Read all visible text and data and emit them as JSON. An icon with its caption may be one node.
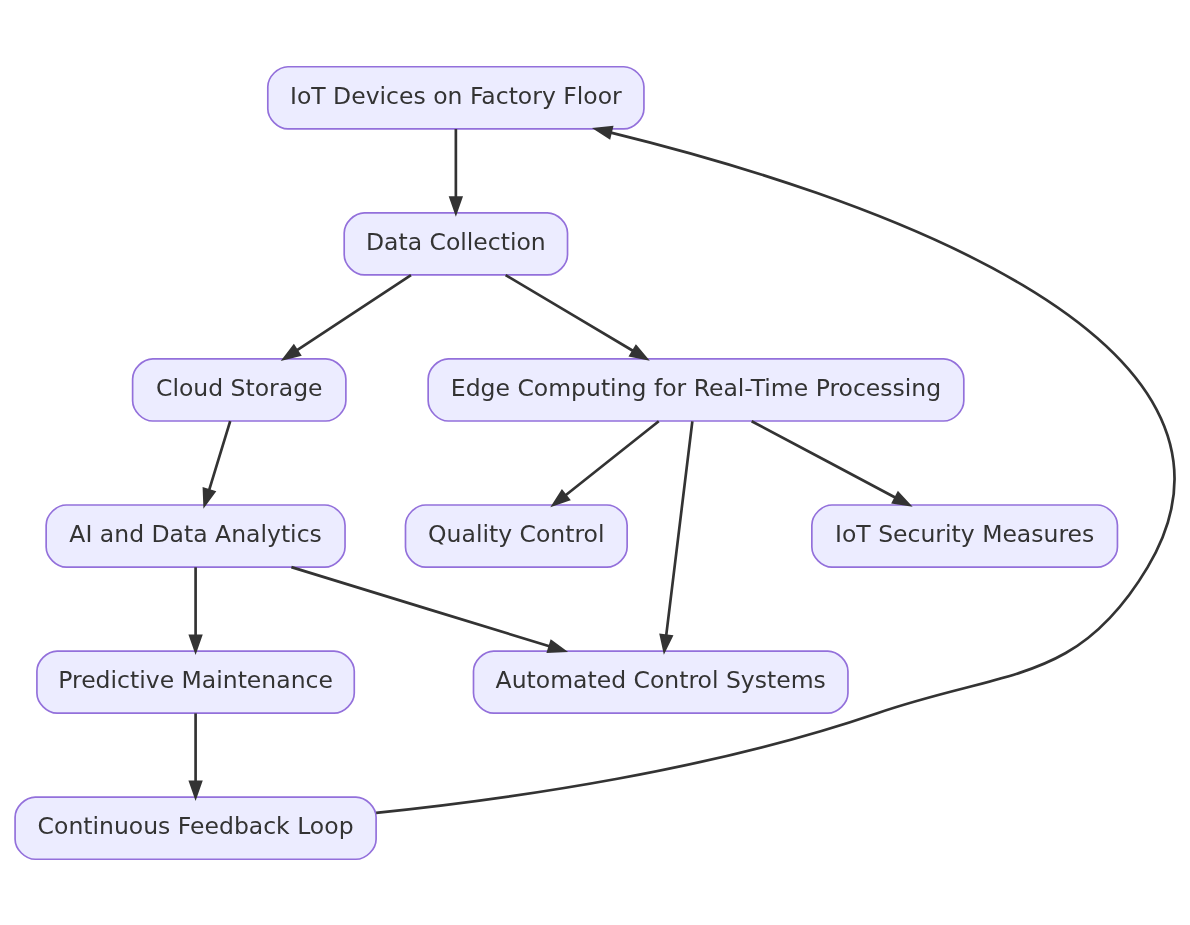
{
  "diagram": {
    "nodes": [
      {
        "text": [
          "IoT Devices on Factory Floor"
        ]
      },
      {
        "text": [
          "Data Collection"
        ]
      },
      {
        "text": [
          "Cloud Storage"
        ]
      },
      {
        "text": [
          "AI and Data Analytics"
        ]
      },
      {
        "text": [
          "Edge Computing for Real-Time Processing"
        ]
      },
      {
        "text": [
          "Predictive Maintenance"
        ]
      },
      {
        "text": [
          "Quality Control"
        ]
      },
      {
        "text": [
          "Automated Control Systems"
        ]
      },
      {
        "text": [
          "IoT Security Measures"
        ]
      },
      {
        "text": [
          "Continuous Feedback Loop"
        ]
      }
    ],
    "edges": [
      {
        "from": 0,
        "to": 1,
        "arrow": "to"
      },
      {
        "from": 1,
        "to": 2,
        "arrow": "to"
      },
      {
        "from": 1,
        "to": 4,
        "arrow": "to"
      },
      {
        "from": 2,
        "to": 3,
        "arrow": "to"
      },
      {
        "from": 3,
        "to": 5,
        "arrow": "to"
      },
      {
        "from": 3,
        "to": 7,
        "arrow": "to"
      },
      {
        "from": 4,
        "to": 6,
        "arrow": "to"
      },
      {
        "from": 4,
        "to": 7,
        "arrow": "to"
      },
      {
        "from": 4,
        "to": 8,
        "arrow": "to"
      },
      {
        "from": 5,
        "to": 9,
        "arrow": "to"
      },
      {
        "from": 9,
        "to": 0,
        "arrow": "to"
      }
    ]
  }
}
